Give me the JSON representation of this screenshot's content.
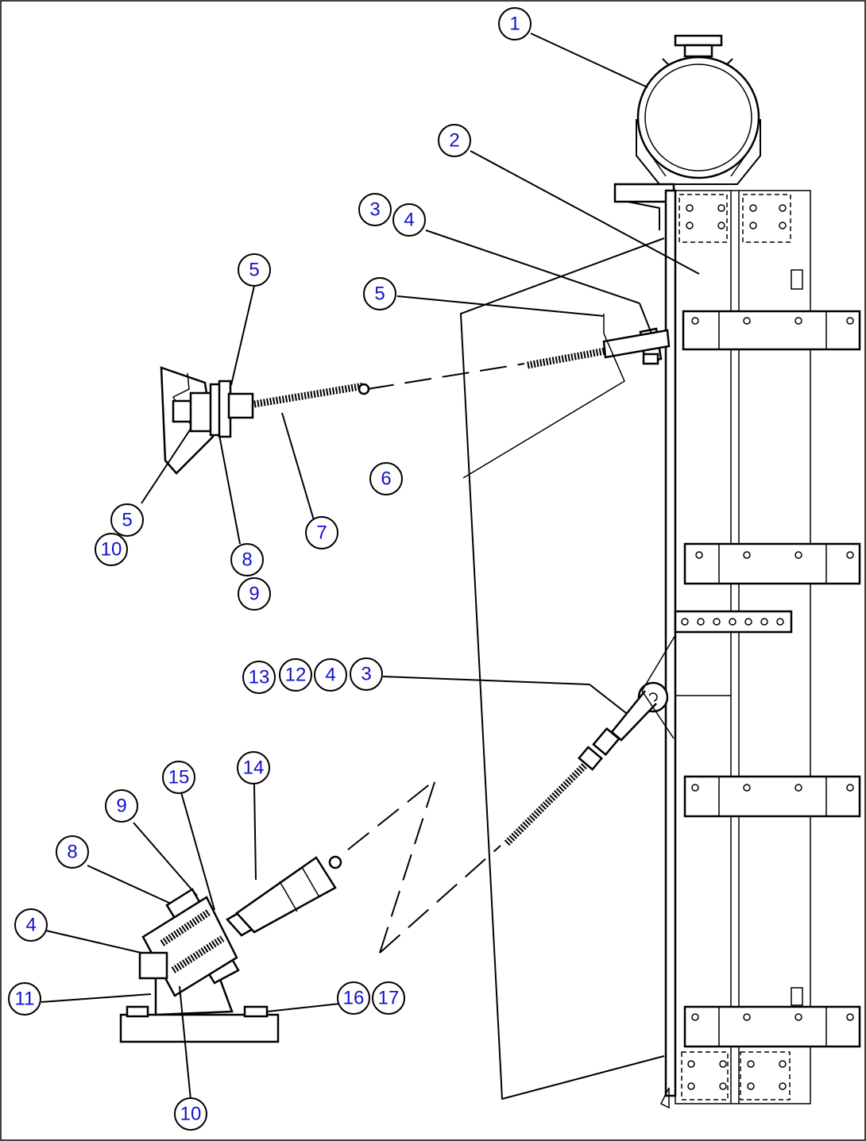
{
  "callouts": [
    {
      "id": "c1",
      "label": "1"
    },
    {
      "id": "c2",
      "label": "2"
    },
    {
      "id": "c3a",
      "label": "3"
    },
    {
      "id": "c4a",
      "label": "4"
    },
    {
      "id": "c5a",
      "label": "5"
    },
    {
      "id": "c5b",
      "label": "5"
    },
    {
      "id": "c6",
      "label": "6"
    },
    {
      "id": "c5c",
      "label": "5"
    },
    {
      "id": "c10a",
      "label": "10"
    },
    {
      "id": "c7",
      "label": "7"
    },
    {
      "id": "c8a",
      "label": "8"
    },
    {
      "id": "c9a",
      "label": "9"
    },
    {
      "id": "c13",
      "label": "13"
    },
    {
      "id": "c12",
      "label": "12"
    },
    {
      "id": "c4b",
      "label": "4"
    },
    {
      "id": "c3b",
      "label": "3"
    },
    {
      "id": "c15",
      "label": "15"
    },
    {
      "id": "c14",
      "label": "14"
    },
    {
      "id": "c9b",
      "label": "9"
    },
    {
      "id": "c8b",
      "label": "8"
    },
    {
      "id": "c4c",
      "label": "4"
    },
    {
      "id": "c11",
      "label": "11"
    },
    {
      "id": "c16",
      "label": "16"
    },
    {
      "id": "c17",
      "label": "17"
    },
    {
      "id": "c10b",
      "label": "10"
    }
  ]
}
